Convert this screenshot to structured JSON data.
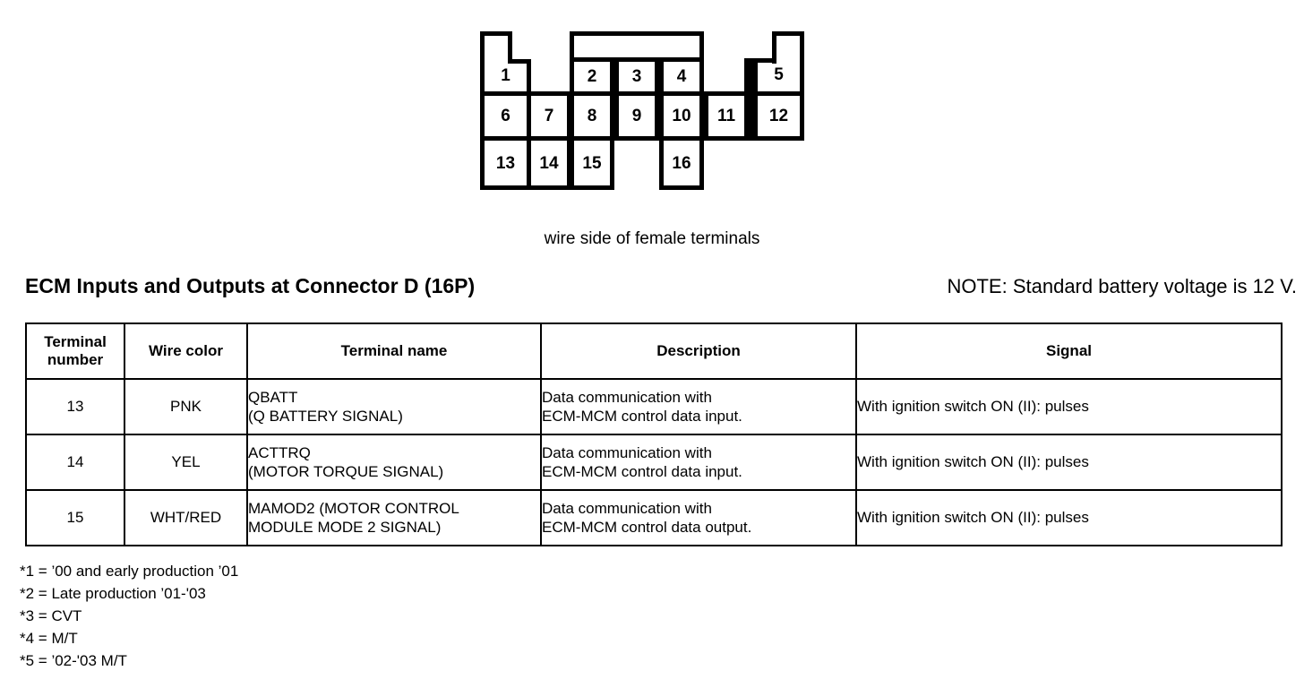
{
  "connector": {
    "caption": "wire side of female terminals",
    "pins": [
      {
        "label": "1",
        "col": 0,
        "row": 0
      },
      {
        "label": "2",
        "col": 2,
        "row": 0
      },
      {
        "label": "3",
        "col": 3,
        "row": 0
      },
      {
        "label": "4",
        "col": 4,
        "row": 0
      },
      {
        "label": "5",
        "col": 6,
        "row": 0
      },
      {
        "label": "6",
        "col": 0,
        "row": 1
      },
      {
        "label": "7",
        "col": 1,
        "row": 1
      },
      {
        "label": "8",
        "col": 2,
        "row": 1
      },
      {
        "label": "9",
        "col": 3,
        "row": 1
      },
      {
        "label": "10",
        "col": 4,
        "row": 1
      },
      {
        "label": "11",
        "col": 5,
        "row": 1
      },
      {
        "label": "12",
        "col": 6,
        "row": 1
      },
      {
        "label": "13",
        "col": 0,
        "row": 2
      },
      {
        "label": "14",
        "col": 1,
        "row": 2
      },
      {
        "label": "15",
        "col": 2,
        "row": 2
      },
      {
        "label": "16",
        "col": 4,
        "row": 2
      }
    ]
  },
  "heading": {
    "title": "ECM Inputs and Outputs at Connector D (16P)",
    "note": "NOTE: Standard battery voltage is 12 V."
  },
  "table": {
    "columns": [
      "Terminal number",
      "Wire color",
      "Terminal name",
      "Description",
      "Signal"
    ],
    "column_header_lines": [
      [
        "Terminal",
        "number"
      ],
      [
        "Wire color"
      ],
      [
        "Terminal name"
      ],
      [
        "Description"
      ],
      [
        "Signal"
      ]
    ],
    "rows": [
      {
        "terminal_number": "13",
        "wire_color": "PNK",
        "terminal_name_lines": [
          "QBATT",
          "(Q BATTERY SIGNAL)"
        ],
        "description_lines": [
          "Data communication with",
          "ECM-MCM control data input."
        ],
        "signal_lines": [
          "With ignition switch ON (II): pulses"
        ]
      },
      {
        "terminal_number": "14",
        "wire_color": "YEL",
        "terminal_name_lines": [
          "ACTTRQ",
          "(MOTOR TORQUE SIGNAL)"
        ],
        "description_lines": [
          "Data communication with",
          "ECM-MCM control data input."
        ],
        "signal_lines": [
          "With ignition switch ON (II): pulses"
        ]
      },
      {
        "terminal_number": "15",
        "wire_color": "WHT/RED",
        "terminal_name_lines": [
          "MAMOD2 (MOTOR CONTROL",
          "MODULE MODE 2 SIGNAL)"
        ],
        "description_lines": [
          "Data communication with",
          "ECM-MCM control data output."
        ],
        "signal_lines": [
          "With ignition switch ON (II): pulses"
        ]
      }
    ]
  },
  "footnotes": [
    "*1 = ’00 and early production ’01",
    "*2 = Late production ’01-'03",
    "*3 = CVT",
    "*4 = M/T",
    "*5 = ’02-'03 M/T"
  ]
}
